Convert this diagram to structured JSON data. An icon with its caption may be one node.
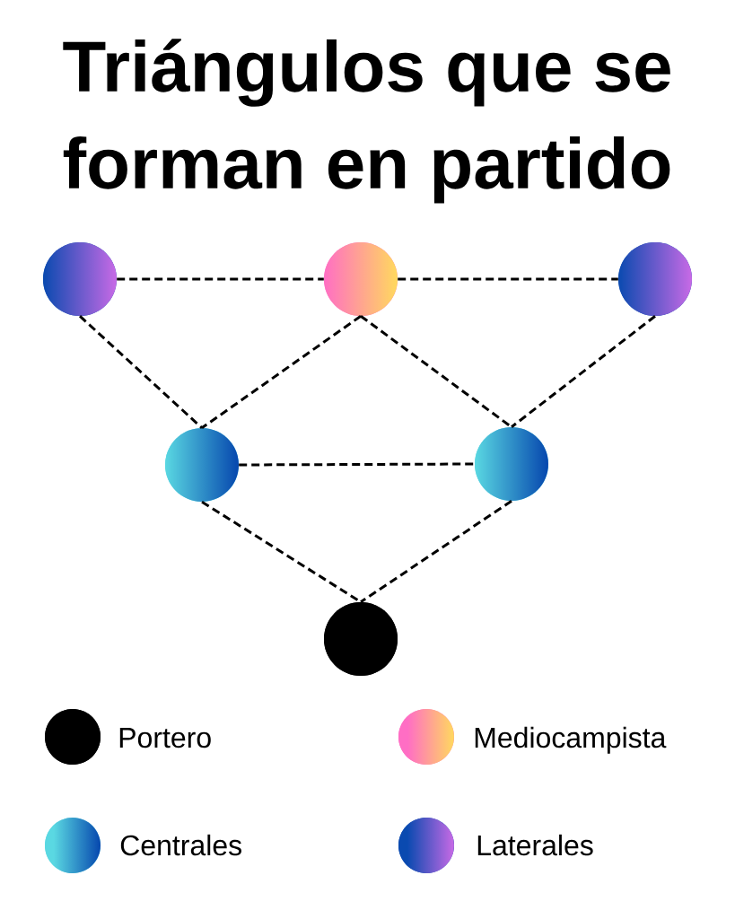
{
  "diagram": {
    "title": "Triángulos que se forman en partido",
    "nodes": [
      {
        "text": [],
        "shape": "circle"
      },
      {
        "text": [],
        "shape": "circle"
      },
      {
        "text": [],
        "shape": "circle"
      },
      {
        "text": [],
        "shape": "circle"
      },
      {
        "text": [],
        "shape": "circle"
      },
      {
        "text": [],
        "shape": "circle"
      }
    ],
    "edges": [
      {
        "from": 0,
        "to": 1,
        "arrow": "none",
        "style": "dashed"
      },
      {
        "from": 1,
        "to": 2,
        "arrow": "none",
        "style": "dashed"
      },
      {
        "from": 0,
        "to": 3,
        "arrow": "none",
        "style": "dashed"
      },
      {
        "from": 1,
        "to": 3,
        "arrow": "none",
        "style": "dashed"
      },
      {
        "from": 1,
        "to": 4,
        "arrow": "none",
        "style": "dashed"
      },
      {
        "from": 2,
        "to": 4,
        "arrow": "none",
        "style": "dashed"
      },
      {
        "from": 3,
        "to": 4,
        "arrow": "none",
        "style": "dashed"
      },
      {
        "from": 3,
        "to": 5,
        "arrow": "none",
        "style": "dashed"
      },
      {
        "from": 4,
        "to": 5,
        "arrow": "none",
        "style": "dashed"
      }
    ],
    "legend": [
      {
        "text": "Portero",
        "color": "#000000"
      },
      {
        "text": "Mediocampista",
        "color": "#ff6ec4"
      },
      {
        "text": "Centrales",
        "color": "#5ad8e2"
      },
      {
        "text": "Laterales",
        "color": "#0a4ab0"
      }
    ]
  }
}
